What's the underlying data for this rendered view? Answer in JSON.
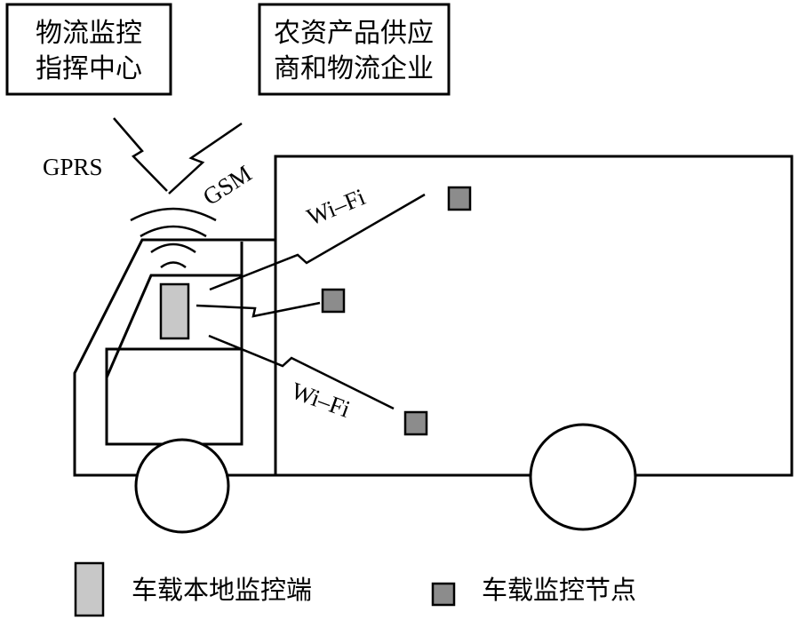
{
  "boxes": {
    "command_center": {
      "line1": "物流监控",
      "line2": "指挥中心"
    },
    "supplier": {
      "line1": "农资产品供应",
      "line2": "商和物流企业"
    }
  },
  "signals": {
    "gprs": "GPRS",
    "gsm": "GSM",
    "wifi_top": "Wi–Fi",
    "wifi_bottom": "Wi–Fi"
  },
  "legend": {
    "local_terminal": "车载本地监控端",
    "monitor_node": "车载监控节点"
  },
  "colors": {
    "stroke": "#000000",
    "terminal_fill": "#c8c8c8",
    "node_fill": "#8c8c8c",
    "background": "#ffffff"
  }
}
